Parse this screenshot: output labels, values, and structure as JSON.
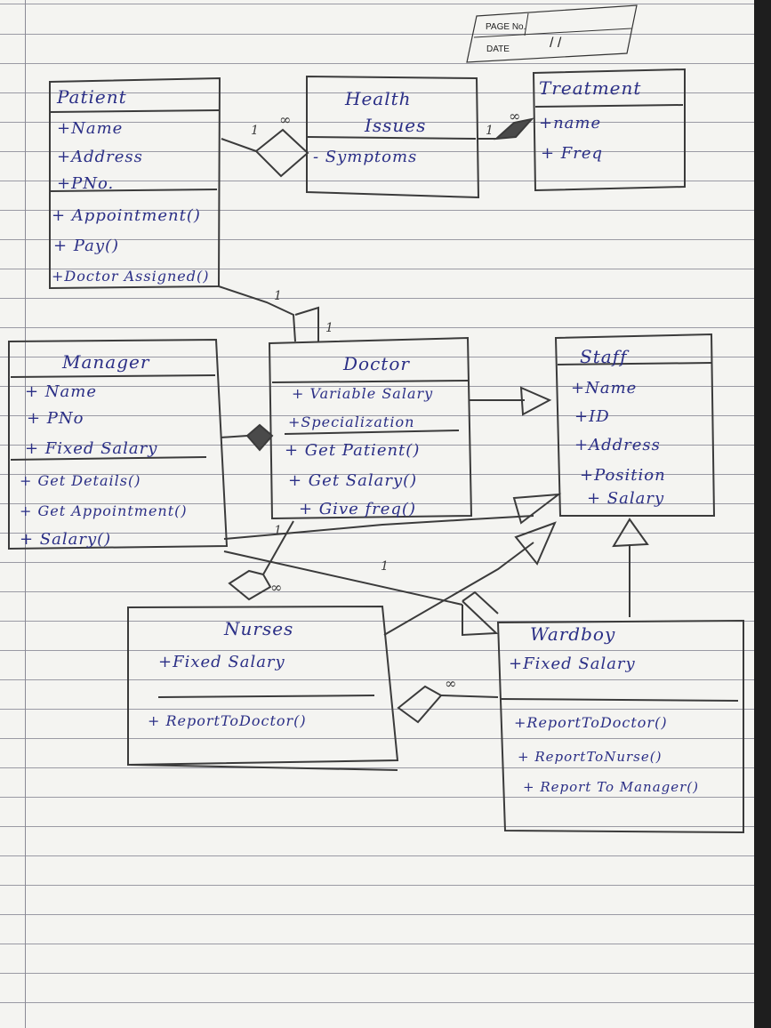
{
  "page_header": {
    "page_no_label": "PAGE No.",
    "date_label": "DATE",
    "date_value": "/ /"
  },
  "classes": {
    "patient": {
      "name": "Patient",
      "attributes": [
        "+Name",
        "+Address",
        "+PNo."
      ],
      "methods": [
        "+ Appointment()",
        "+ Pay()",
        "+Doctor Assigned()"
      ]
    },
    "health_issues": {
      "name_line1": "Health",
      "name_line2": "Issues",
      "attributes": [
        "- Symptoms"
      ]
    },
    "treatment": {
      "name": "Treatment",
      "attributes": [
        "+name",
        "+ Freq"
      ]
    },
    "manager": {
      "name": "Manager",
      "attributes": [
        "+ Name",
        "+ PNo",
        "+ Fixed Salary"
      ],
      "methods": [
        "+ Get Details()",
        "+ Get Appointment()",
        "+ Salary()"
      ]
    },
    "doctor": {
      "name": "Doctor",
      "attributes": [
        "+ Variable Salary",
        "+Specialization"
      ],
      "methods": [
        "+ Get Patient()",
        "+ Get Salary()",
        "+ Give freq()"
      ]
    },
    "staff": {
      "name": "Staff",
      "attributes": [
        "+Name",
        "+ID",
        "+Address",
        "+Position",
        "+ Salary"
      ]
    },
    "nurses": {
      "name": "Nurses",
      "attributes": [
        "+Fixed Salary"
      ],
      "methods": [
        "+ ReportToDoctor()"
      ]
    },
    "wardboy": {
      "name": "Wardboy",
      "attributes": [
        "+Fixed Salary"
      ],
      "methods": [
        "+ReportToDoctor()",
        "+ ReportToNurse()",
        "+ Report To Manager()"
      ]
    }
  },
  "multiplicities": {
    "patient_health_one": "1",
    "patient_health_many": "∞",
    "health_treatment_one": "1",
    "health_treatment_many": "∞",
    "patient_doctor_one": "1",
    "patient_doctor_other": "1",
    "nurses_doctor_many": "∞",
    "nurses_doctor_one": "1",
    "doctor_nurse_one": "1",
    "wardboy_nurses_many": "∞"
  },
  "colors": {
    "ink_blue": "#2b2f86",
    "pencil": "#3b3b3b",
    "paper": "#f4f4f1",
    "rule_line": "#9a9aa4"
  }
}
